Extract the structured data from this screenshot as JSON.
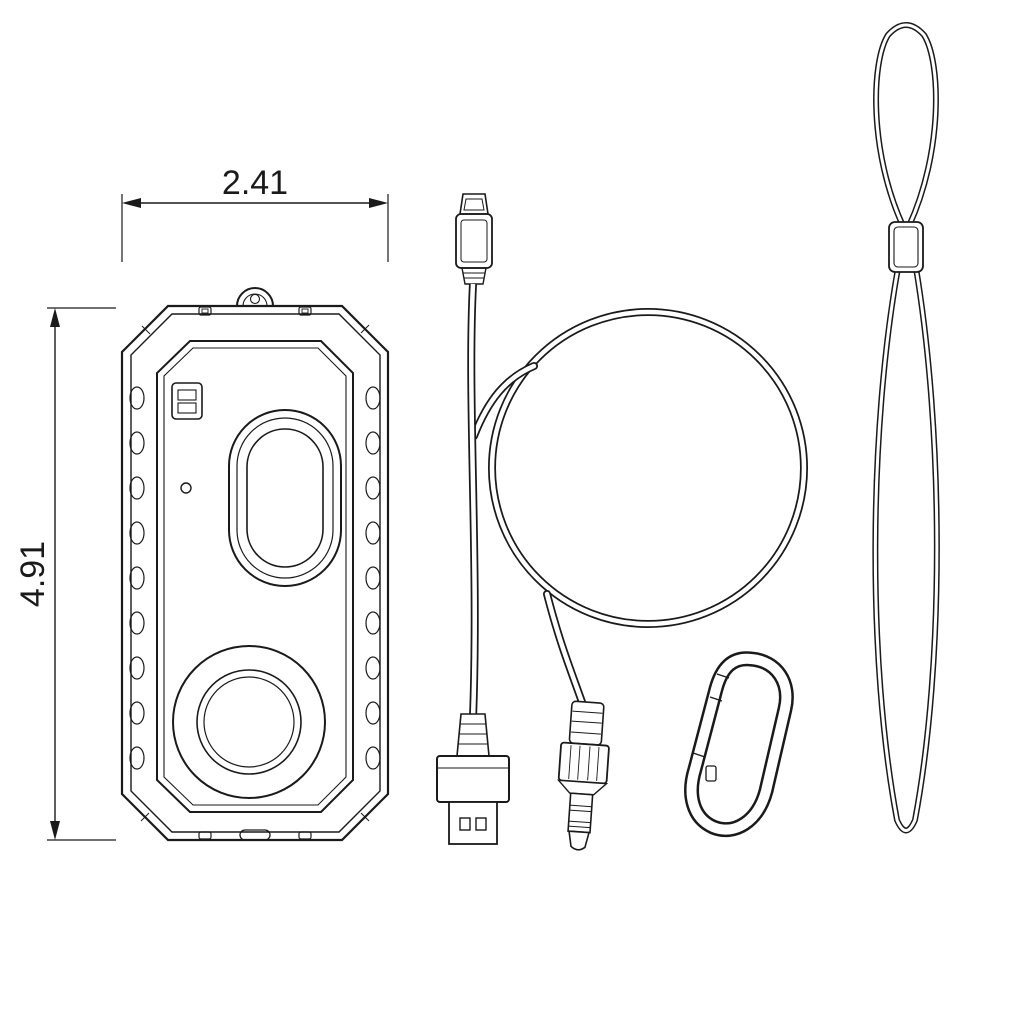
{
  "canvas": {
    "background_color": "#ffffff",
    "line_color": "#1a1a1a"
  },
  "dimensions": {
    "width_label": "2.41",
    "height_label": "4.91"
  },
  "parts": [
    {
      "name": "speaker-case-front-view"
    },
    {
      "name": "usb-to-aux-cable"
    },
    {
      "name": "carabiner-clip"
    },
    {
      "name": "lanyard-strap"
    }
  ]
}
